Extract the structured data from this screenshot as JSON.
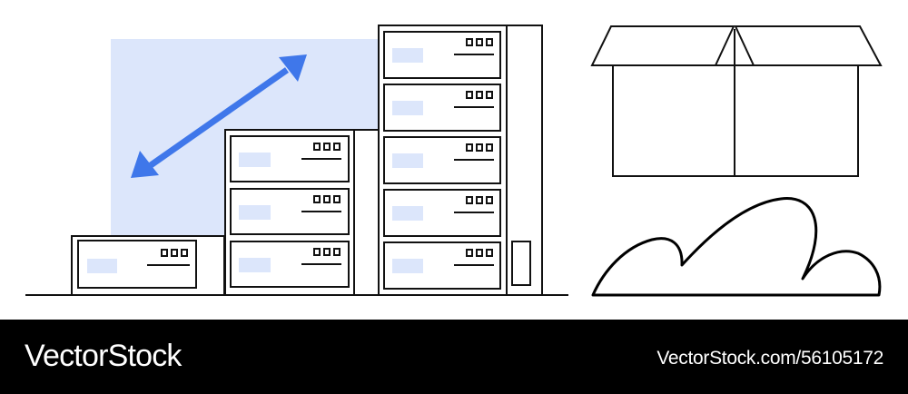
{
  "image": {
    "subject": "Server racks of increasing height with a double-headed scaling arrow, an open cardboard box and a cloud outline",
    "colors": {
      "accent": "#3f77ea",
      "highlight": "#dce6fb",
      "outline": "#111111",
      "footer_background": "#000000",
      "footer_text": "#ffffff"
    }
  },
  "footer": {
    "brand": "VectorStock",
    "stock_id": "VectorStock.com/56105172"
  }
}
